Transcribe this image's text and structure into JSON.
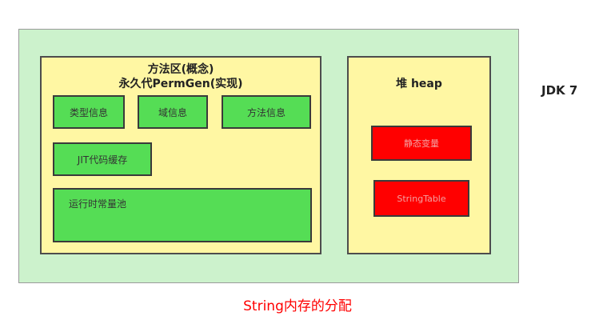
{
  "jdk_label": "JDK 7",
  "method_area": {
    "title_line1": "方法区(概念)",
    "title_line2": "永久代PermGen(实现)",
    "boxes": {
      "type_info": "类型信息",
      "field_info": "域信息",
      "method_info": "方法信息",
      "jit_cache": "JIT代码缓存",
      "runtime_constant_pool": "运行时常量池"
    }
  },
  "heap_area": {
    "title": "堆 heap",
    "boxes": {
      "static_variables": "静态变量",
      "string_table": "StringTable"
    }
  },
  "caption": "String内存的分配",
  "colors": {
    "outer_bg": "#ccf2cc",
    "area_bg": "#fff7a3",
    "green_box": "#55dd55",
    "red_box": "#ff0000",
    "caption": "#ff0000"
  }
}
